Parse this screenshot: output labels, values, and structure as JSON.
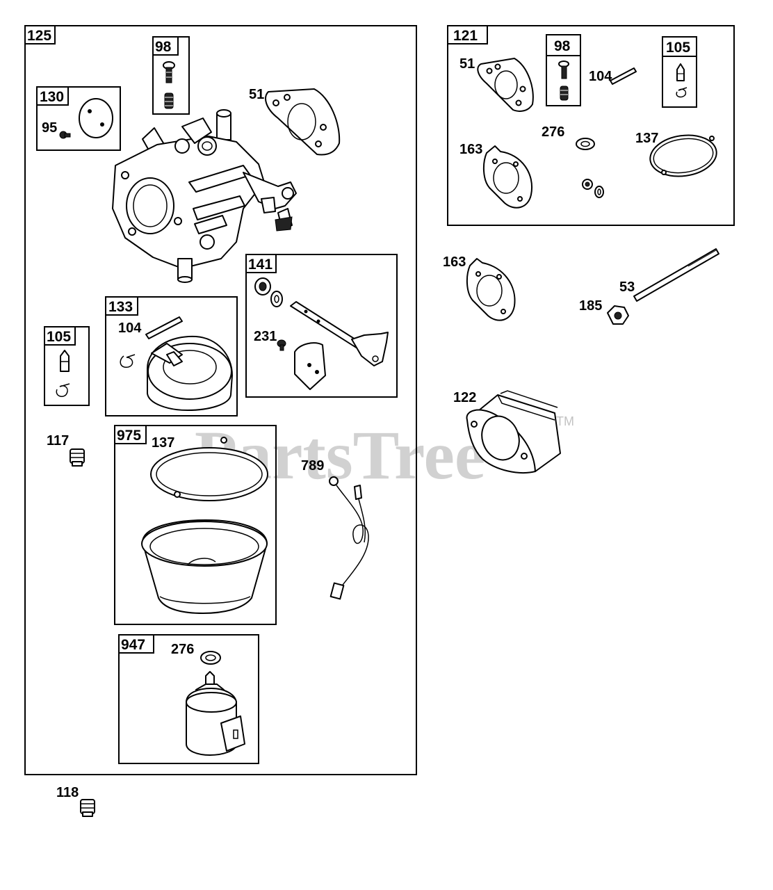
{
  "boxes": {
    "b125": "125",
    "b98a": "98",
    "b130": "130",
    "b141": "141",
    "b133": "133",
    "b105a": "105",
    "b975": "975",
    "b947": "947",
    "b121": "121",
    "b98b": "98",
    "b105b": "105"
  },
  "labels": {
    "l95": "95",
    "l51a": "51",
    "l104a": "104",
    "l231": "231",
    "l117": "117",
    "l137a": "137",
    "l789": "789",
    "l276a": "276",
    "l118": "118",
    "l51b": "51",
    "l104b": "104",
    "l276b": "276",
    "l137b": "137",
    "l163a": "163",
    "l163b": "163",
    "l53": "53",
    "l185": "185",
    "l122": "122"
  },
  "watermark": {
    "text": "PartsTree",
    "trademark": "TM"
  }
}
